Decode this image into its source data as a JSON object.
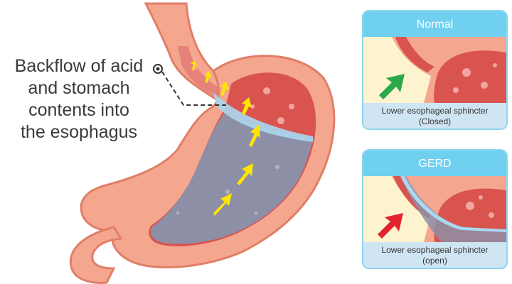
{
  "callout": {
    "lines": [
      "Backflow of acid",
      "and stomach",
      "contents into",
      "the esophagus"
    ]
  },
  "panels": {
    "normal": {
      "title": "Normal",
      "caption_line1": "Lower esophageal sphincter",
      "caption_line2": "(Closed)",
      "arrow_color": "#2aa84a"
    },
    "gerd": {
      "title": "GERD",
      "caption_line1": "Lower esophageal sphincter",
      "caption_line2": "(open)",
      "arrow_color": "#e2242c"
    }
  },
  "colors": {
    "stomach_wall": "#f4a68f",
    "stomach_wall_dark": "#e07e68",
    "stomach_lining": "#d9534f",
    "acid_fluid": "#8d8fa6",
    "acid_surface": "#a9d8ef",
    "backflow_arrows": "#ffe600",
    "panel_header": "#6fd0f0",
    "panel_caption": "#cfe5f3"
  }
}
